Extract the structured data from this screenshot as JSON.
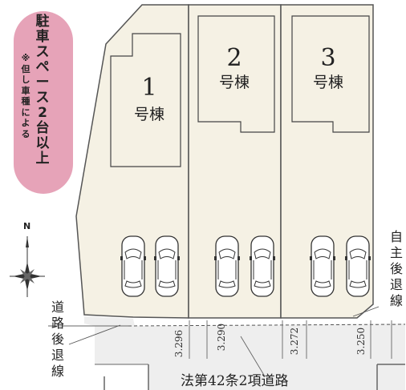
{
  "parking_note": {
    "main": "駐車スペース2台以上",
    "sub": "※但し車種による",
    "pill_color": "#e6a3b8"
  },
  "buildings": [
    {
      "number": "1",
      "label": "号棟"
    },
    {
      "number": "2",
      "label": "号棟"
    },
    {
      "number": "3",
      "label": "号棟"
    }
  ],
  "compass": {
    "label": "N",
    "icon": "compass-rose-icon"
  },
  "road": {
    "name": "法第42条2項道路",
    "setback_left": "道路後退線",
    "setback_right": "自主後退線"
  },
  "dimensions": [
    "3.296",
    "3.290",
    "3.272",
    "3.250"
  ],
  "colors": {
    "lot_fill": "#f5f1e4",
    "road_fill": "#eeeeee",
    "line": "#555555"
  }
}
